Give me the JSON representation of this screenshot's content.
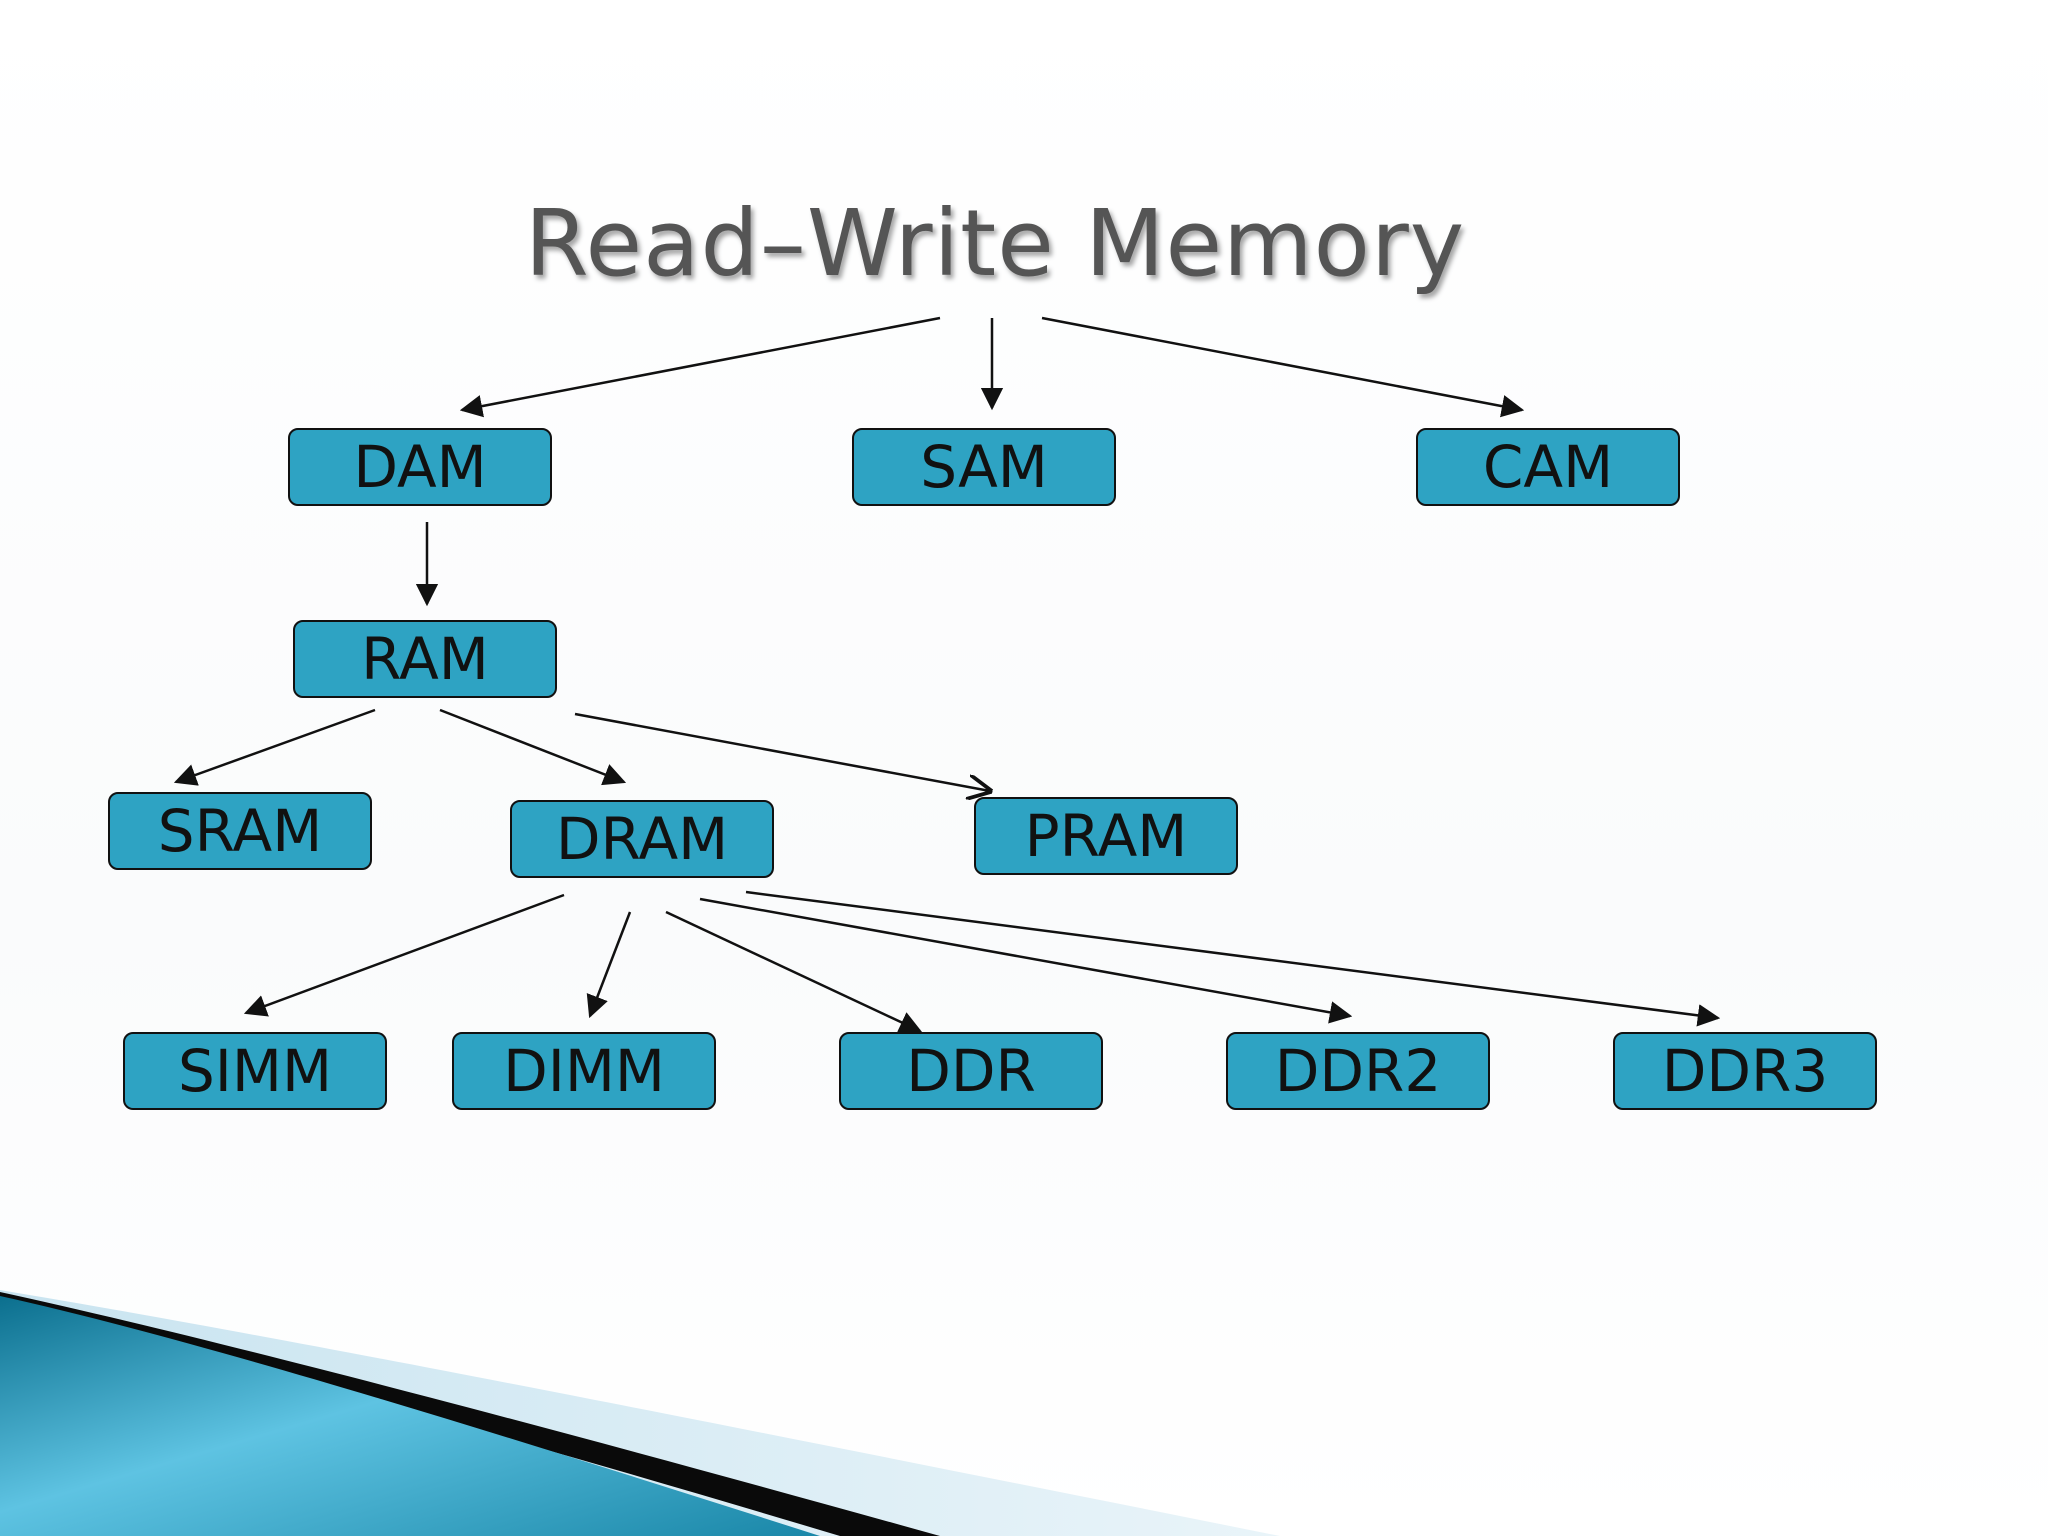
{
  "title": "Read–Write Memory",
  "nodes": {
    "dam": "DAM",
    "sam": "SAM",
    "cam": "CAM",
    "ram": "RAM",
    "sram": "SRAM",
    "dram": "DRAM",
    "pram": "PRAM",
    "simm": "SIMM",
    "dimm": "DIMM",
    "ddr": "DDR",
    "ddr2": "DDR2",
    "ddr3": "DDR3"
  },
  "colors": {
    "node_fill": "#2ea3c3",
    "node_border": "#111111",
    "title_text": "#555555",
    "accent_dark": "#0b6f8e",
    "accent_light": "#5ec3e2"
  }
}
